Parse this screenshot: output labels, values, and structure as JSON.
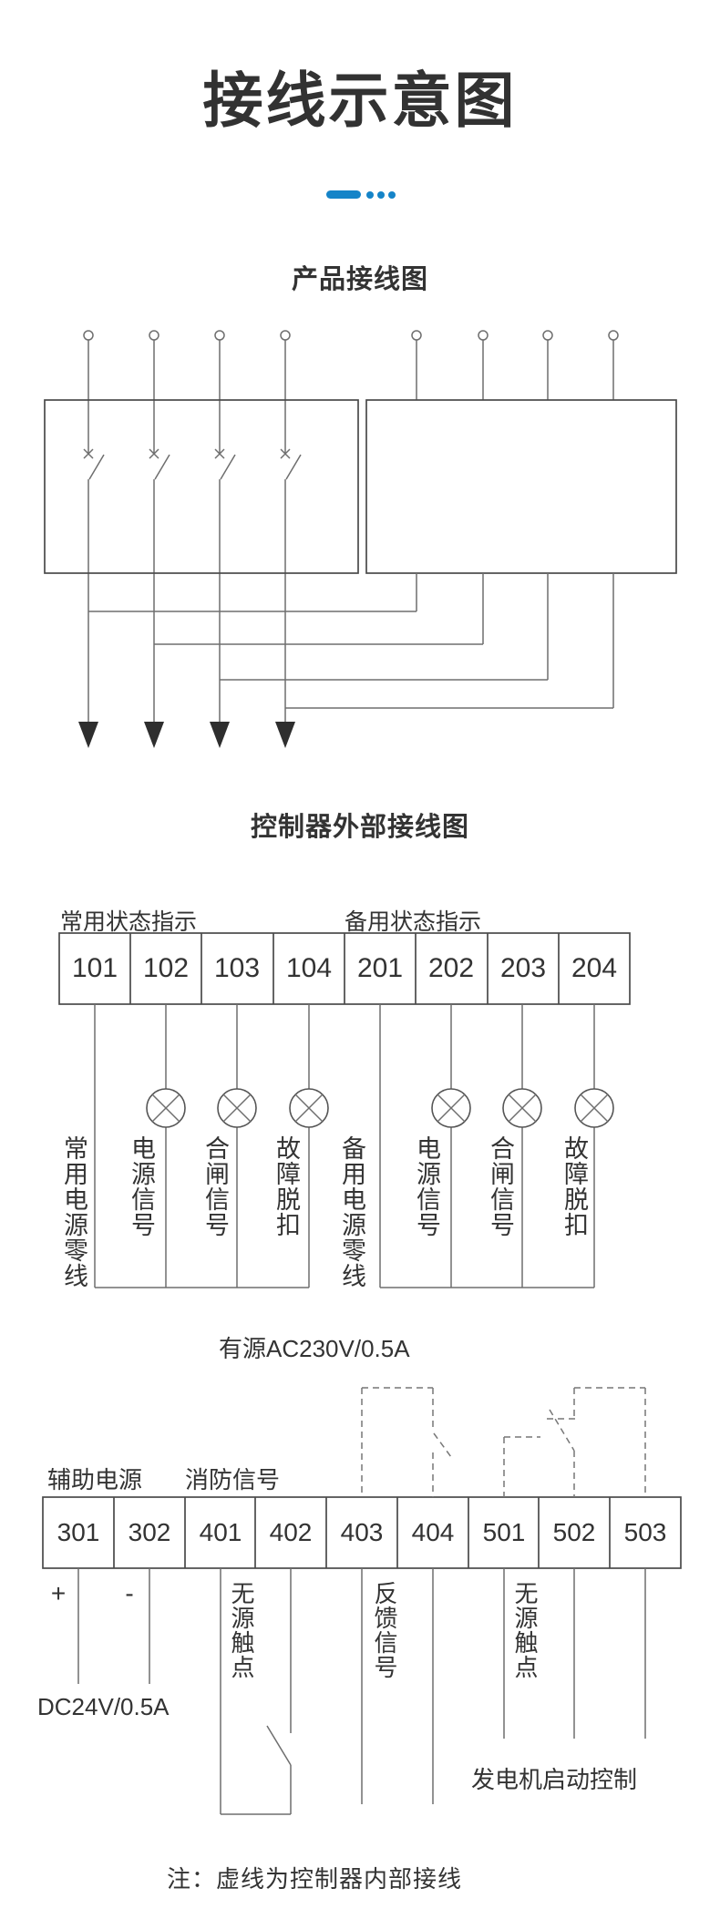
{
  "page": {
    "title": "接线示意图",
    "accent_color": "#1584c8",
    "note": "注：虚线为控制器内部接线"
  },
  "sections": {
    "product_heading": "产品接线图",
    "controller_heading": "控制器外部接线图"
  },
  "upper_block": {
    "group_labels": [
      "常用状态指示",
      "备用状态指示"
    ],
    "terminals": [
      "101",
      "102",
      "103",
      "104",
      "201",
      "202",
      "203",
      "204"
    ],
    "wire_labels": [
      "常用电源零线",
      "电源信号",
      "合闸信号",
      "故障脱扣",
      "备用电源零线",
      "电源信号",
      "合闸信号",
      "故障脱扣"
    ],
    "rating": "有源AC230V/0.5A"
  },
  "lower_block": {
    "group_labels": [
      "辅助电源",
      "消防信号"
    ],
    "terminals": [
      "301",
      "302",
      "401",
      "402",
      "403",
      "404",
      "501",
      "502",
      "503"
    ],
    "polarity": [
      "+",
      "-"
    ],
    "rating": "DC24V/0.5A",
    "wire_labels": [
      "无源触点",
      "反馈信号",
      "无源触点"
    ],
    "generator_label": "发电机启动控制"
  }
}
